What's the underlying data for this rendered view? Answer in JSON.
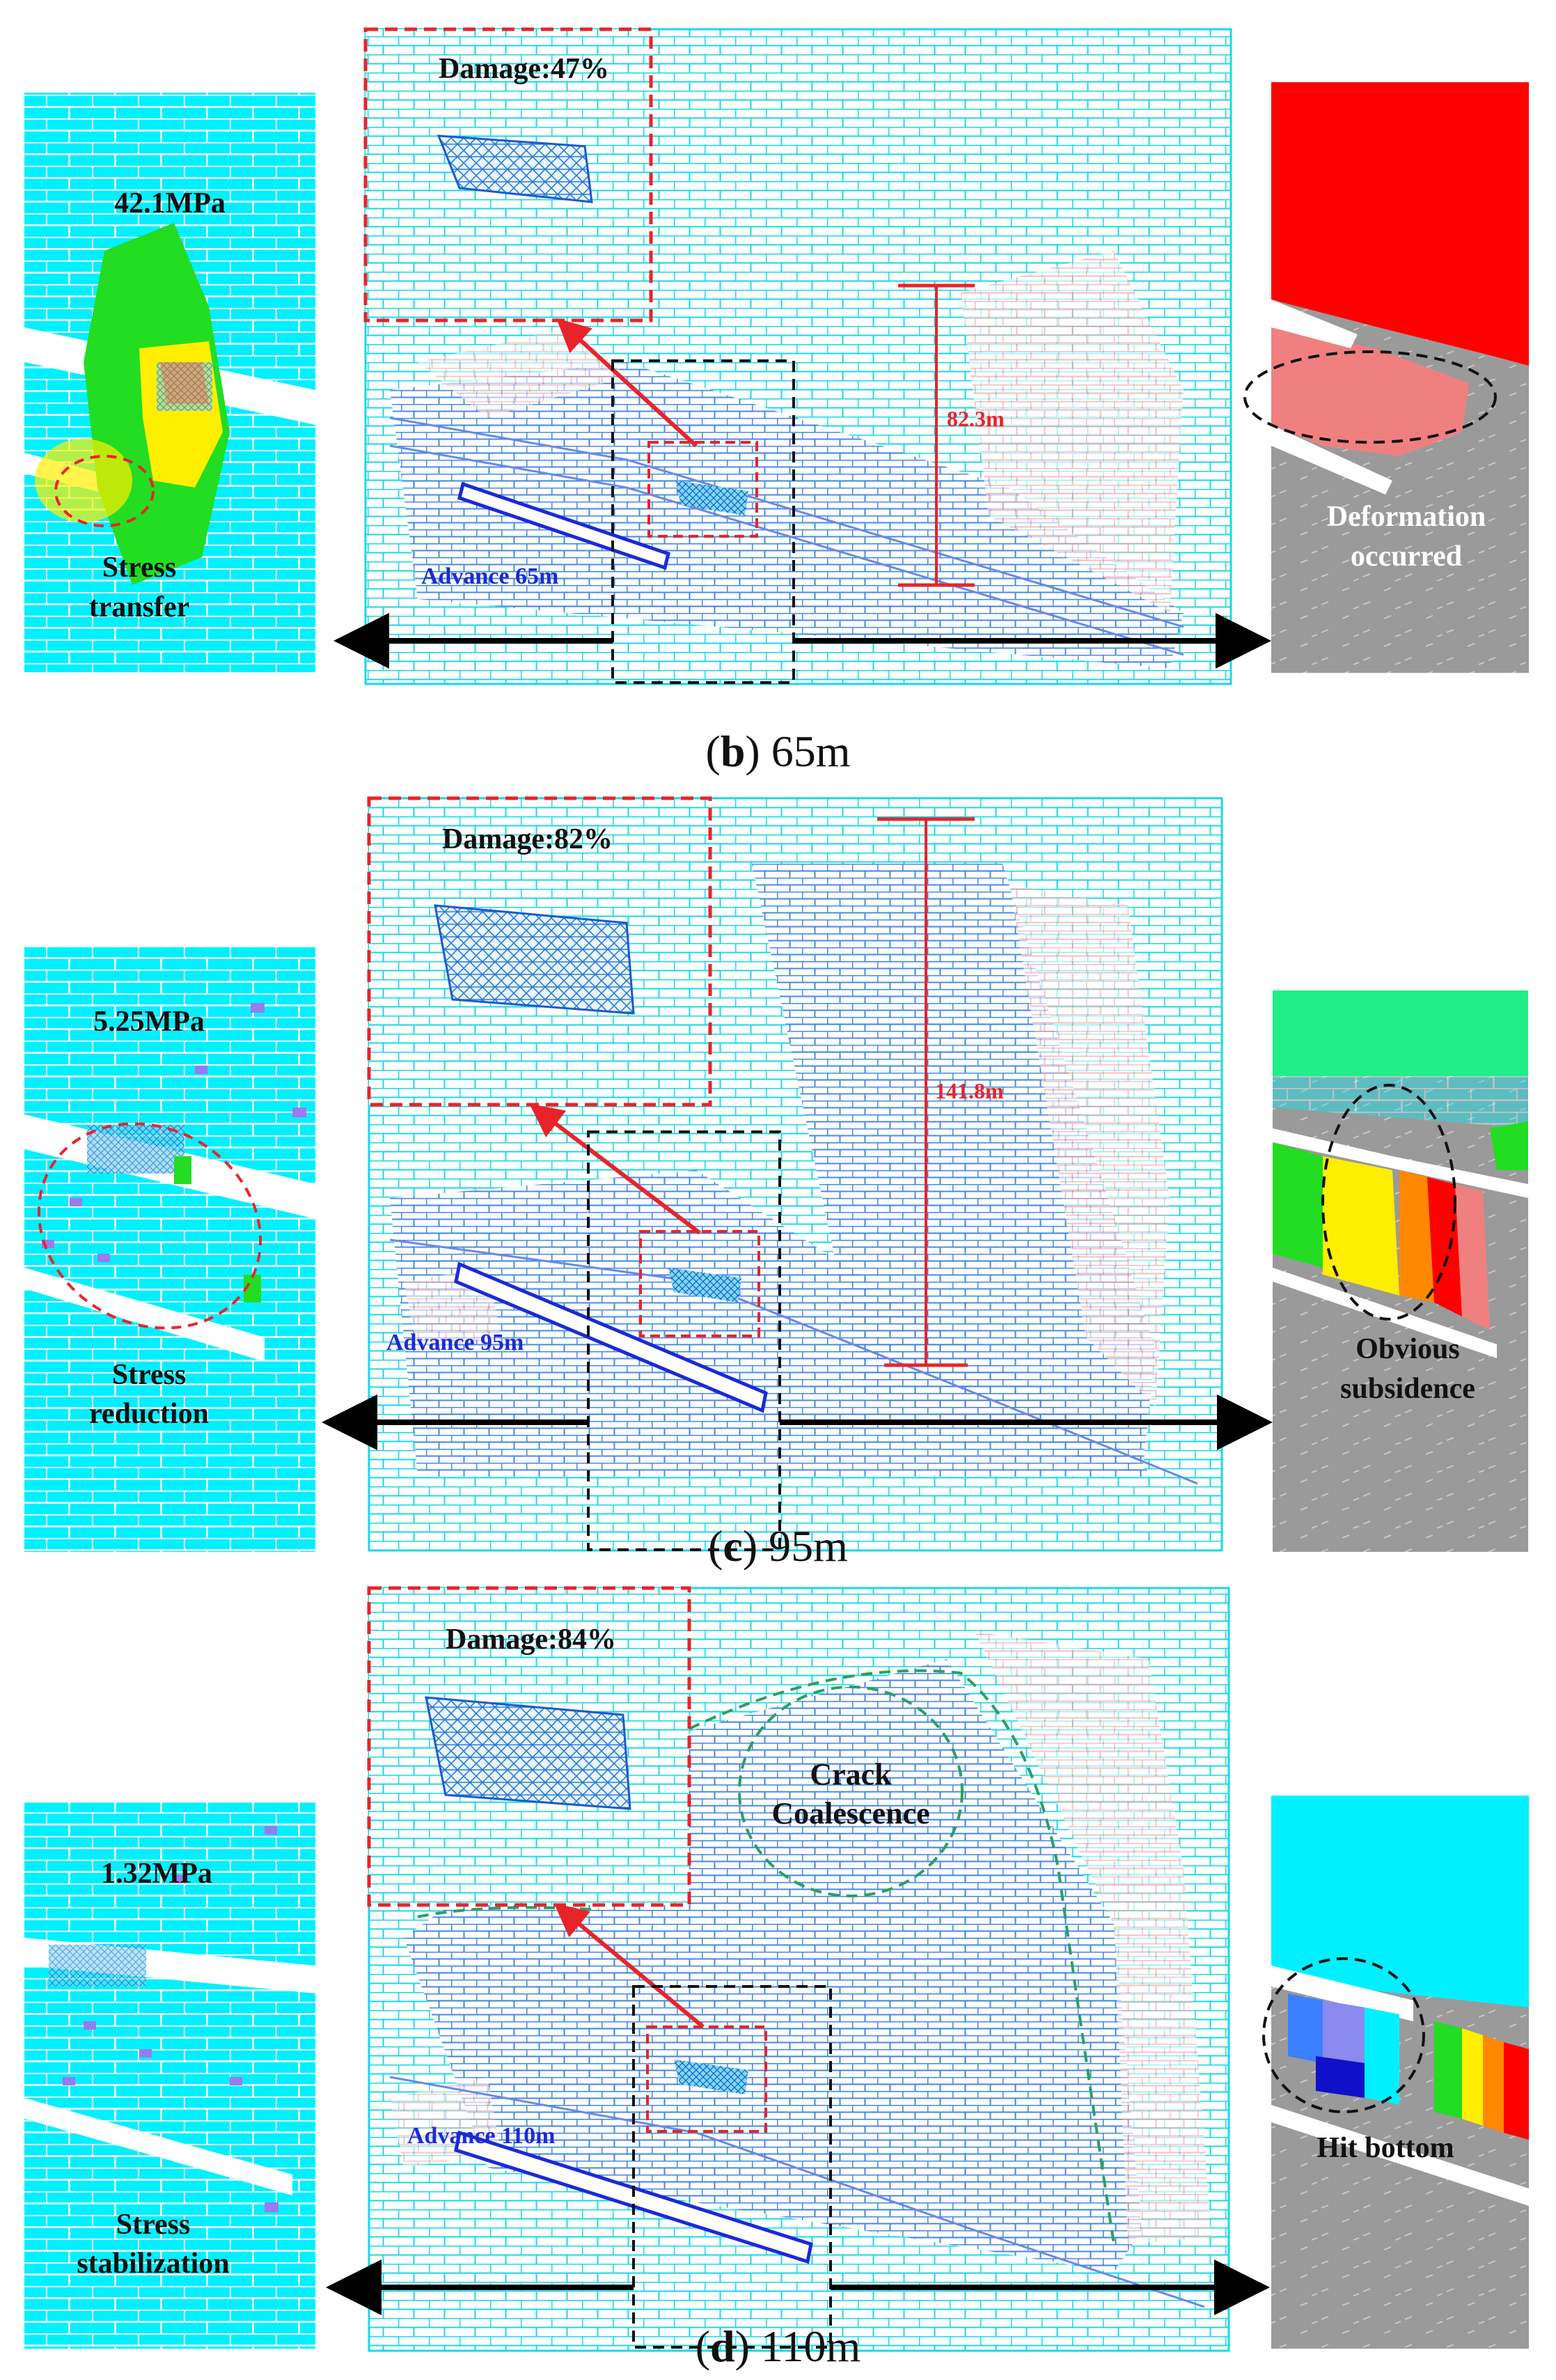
{
  "colors": {
    "cyan": "#00f0ff",
    "green": "#22dd22",
    "yellow": "#ffee00",
    "red": "#ff0000",
    "salmon": "#f08080",
    "gray": "#9a9a9a",
    "blue_outline": "#1a2ad8",
    "red_dash": "#e8242a",
    "green_dash": "#2aa060"
  },
  "panels": [
    {
      "id": "b",
      "letter": "b",
      "caption": "65m",
      "damage": "Damage:47%",
      "height_label": "82.3m",
      "advance": "Advance 65m",
      "stress_value": "42.1MPa",
      "stress_text_1": "Stress",
      "stress_text_2": "transfer",
      "right_text_1": "Deformation",
      "right_text_2": "occurred"
    },
    {
      "id": "c",
      "letter": "c",
      "caption": "95m",
      "damage": "Damage:82%",
      "height_label": "141.8m",
      "advance": "Advance 95m",
      "stress_value": "5.25MPa",
      "stress_text_1": "Stress",
      "stress_text_2": "reduction",
      "right_text_1": "Obvious",
      "right_text_2": "subsidence"
    },
    {
      "id": "d",
      "letter": "d",
      "caption": "110m",
      "damage": "Damage:84%",
      "advance": "Advance 110m",
      "crack_1": "Crack",
      "crack_2": "Coalescence",
      "stress_value": "1.32MPa",
      "stress_text_1": "Stress",
      "stress_text_2": "stabilization",
      "right_text_1": "Hit bottom"
    }
  ]
}
